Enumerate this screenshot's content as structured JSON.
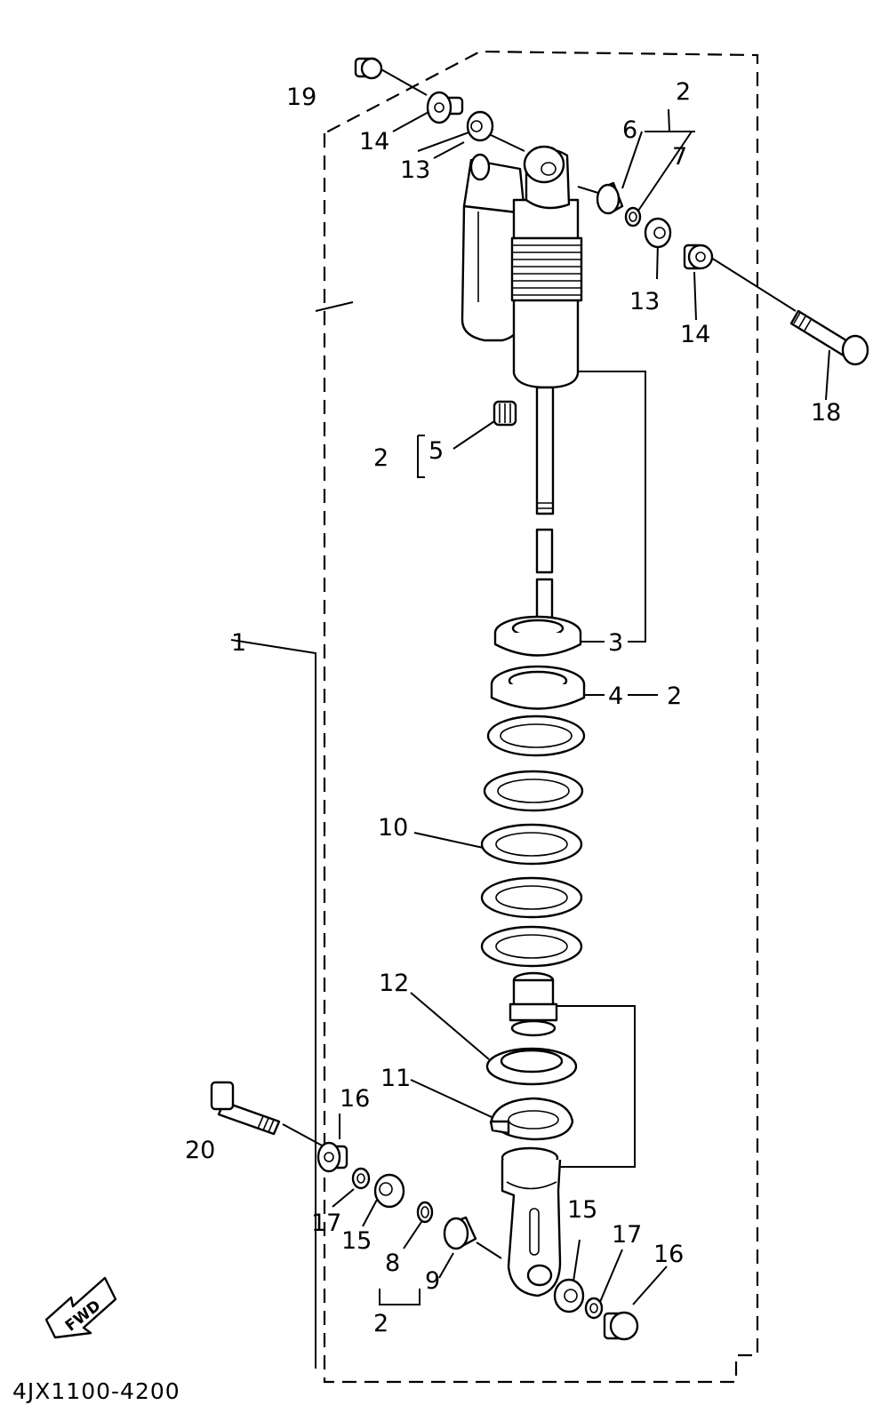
{
  "diagram": {
    "drawing_code": "4JX1100-4200",
    "direction_label": "FWD",
    "callouts": {
      "c1": "1",
      "c2_top": "2",
      "c6": "6",
      "c7": "7",
      "c19": "19",
      "c14_top": "14",
      "c13_top": "13",
      "c13_right": "13",
      "c14_right": "14",
      "c18": "18",
      "c2_mid": "2",
      "c5": "5",
      "c3": "3",
      "c4": "4",
      "c2_right": "2",
      "c10": "10",
      "c12": "12",
      "c11": "11",
      "c16_left": "16",
      "c20": "20",
      "c17_left": "17",
      "c15_left": "15",
      "c8": "8",
      "c9": "9",
      "c2_bottom": "2",
      "c15_right": "15",
      "c17_right": "17",
      "c16_right": "16"
    }
  }
}
